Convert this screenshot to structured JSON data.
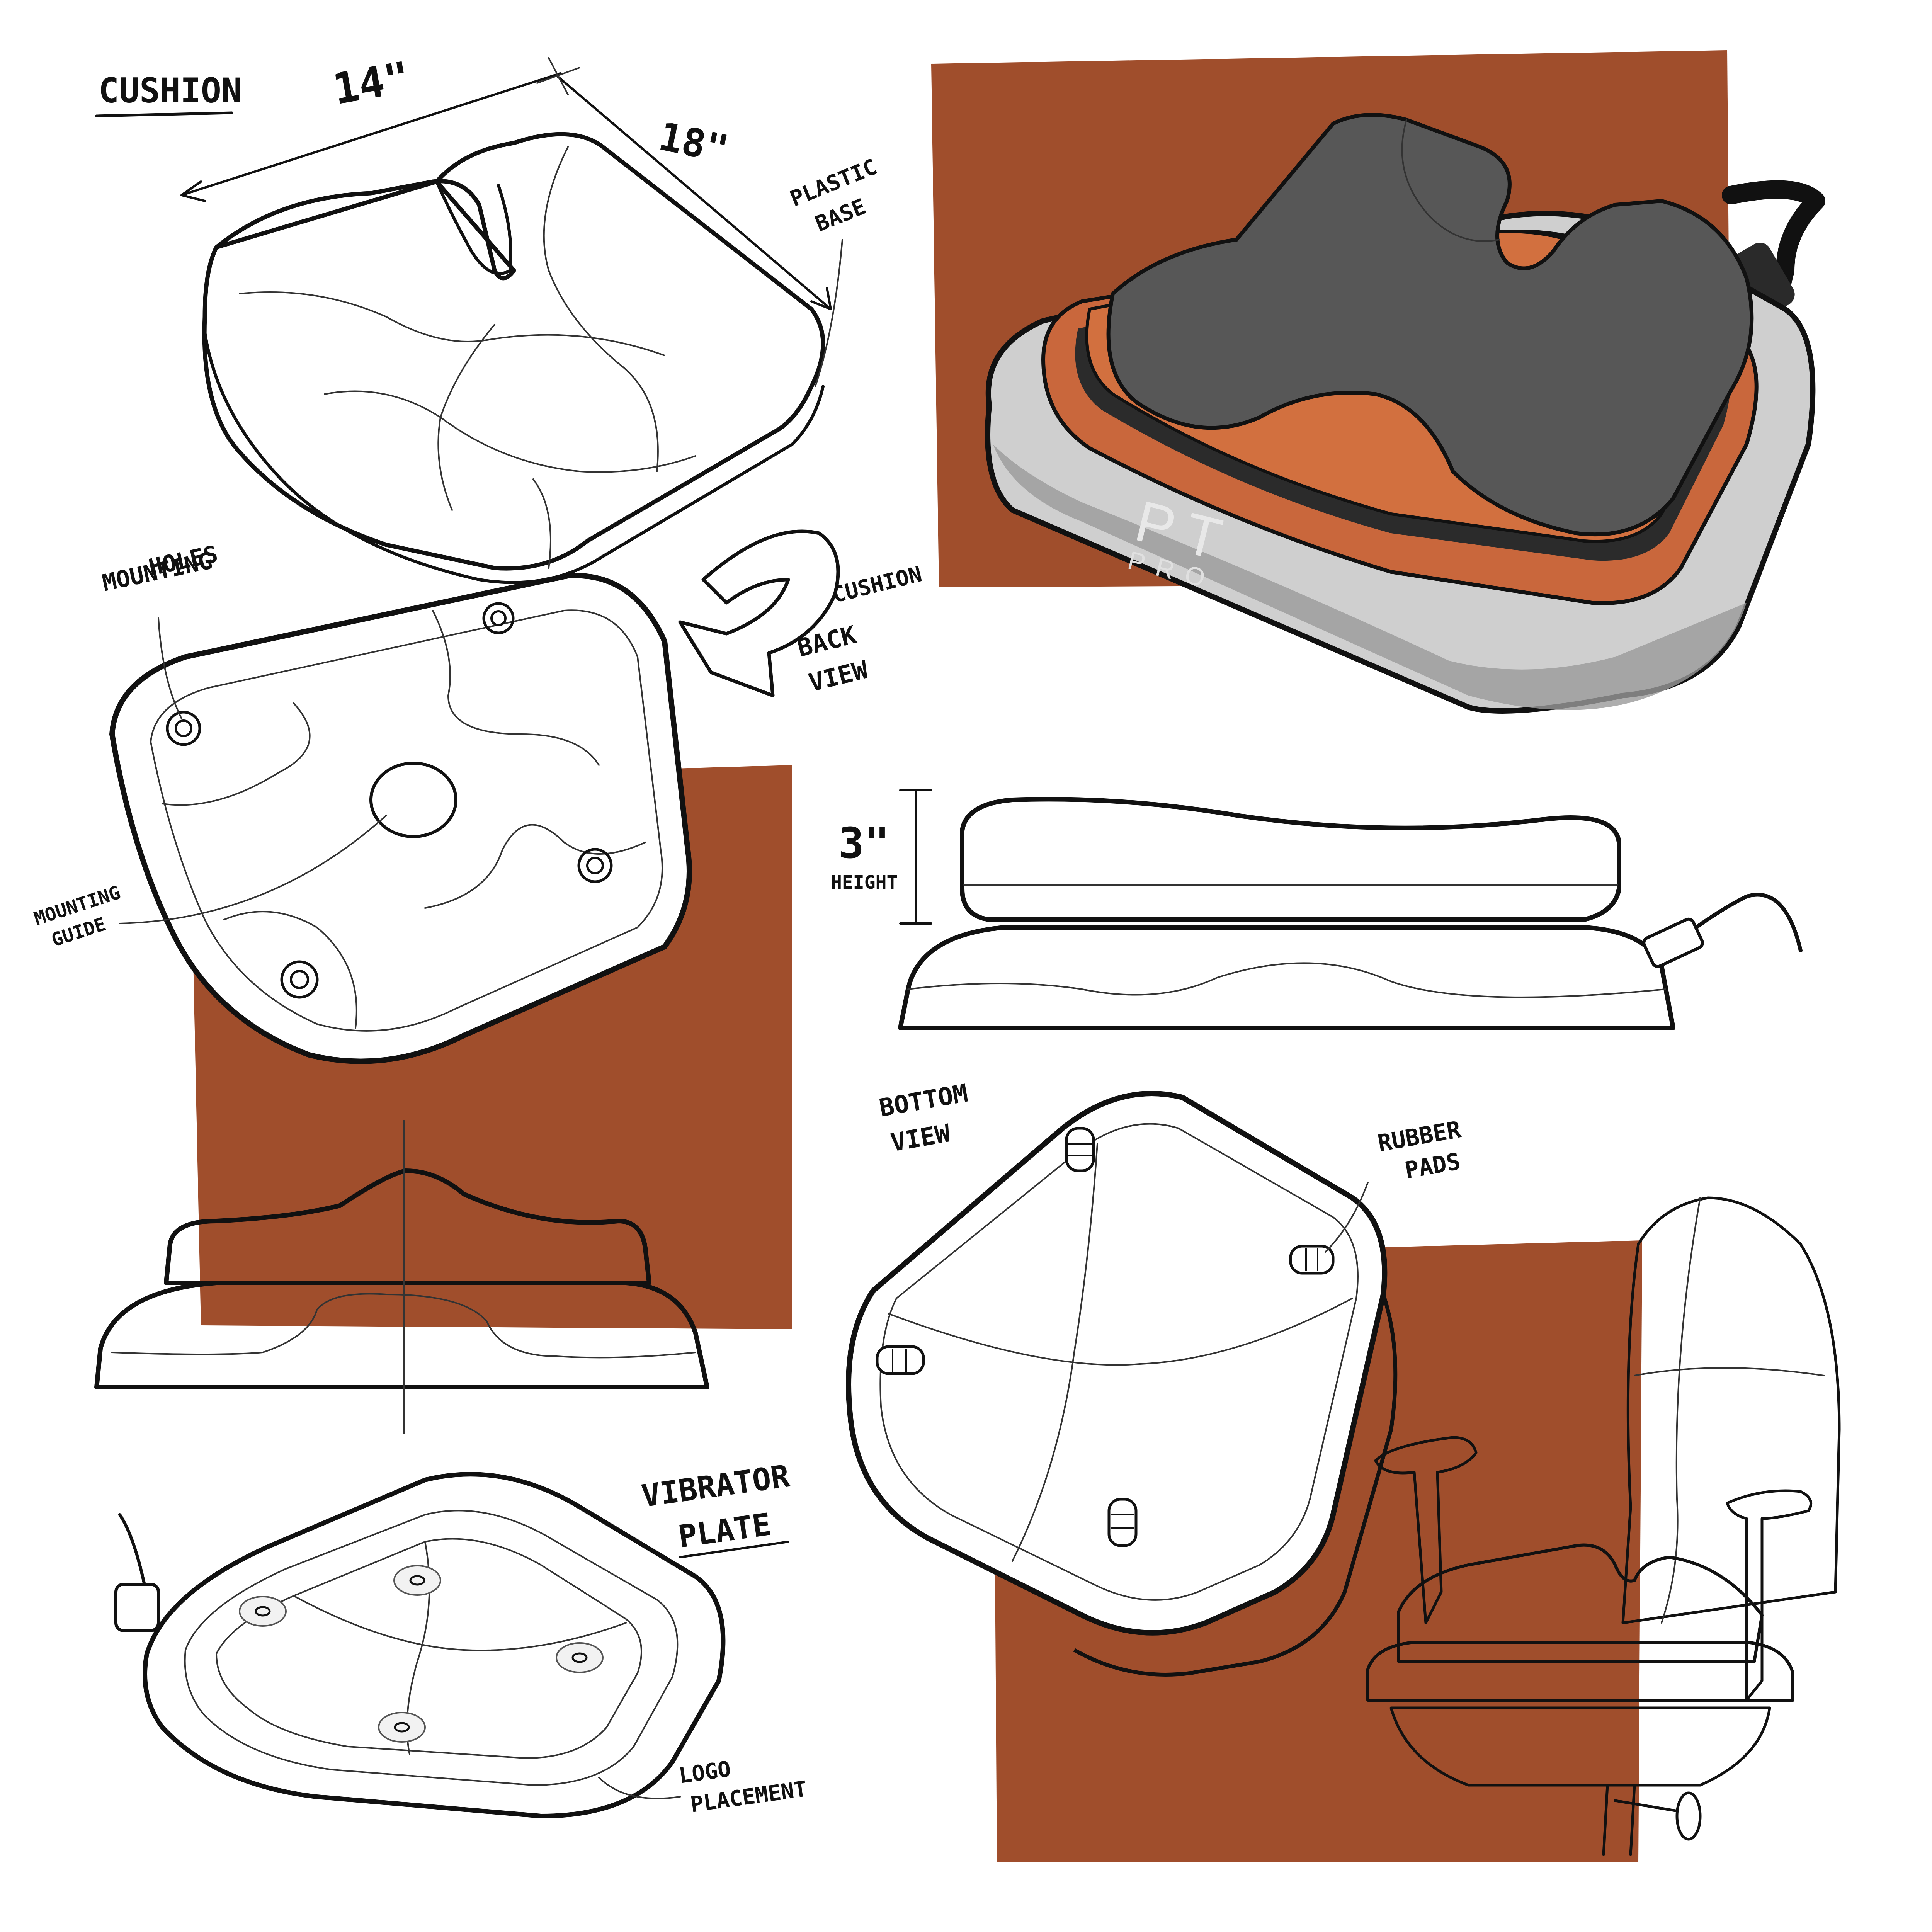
{
  "colors": {
    "paper": "#ffffff",
    "backdrop_brown": "#a04e2c",
    "ink": "#111111",
    "cushion_orange": "#c9673c",
    "cushion_dark": "#575757",
    "base_grey": "#cfcfcf"
  },
  "labels": {
    "cushion": "CUSHION",
    "width_dim": "14\"",
    "depth_dim": "18\"",
    "plastic_base_1": "PLASTIC",
    "plastic_base_2": "BASE",
    "mounting_holes_1": "MOUNTING",
    "mounting_holes_2": "HOLES",
    "mounting_guide_1": "MOUNTING",
    "mounting_guide_2": "GUIDE",
    "cushion_back_view_1": "CUSHION",
    "cushion_back_view_2": "BACK",
    "cushion_back_view_3": "VIEW",
    "height_dim": "3\"",
    "height_word": "HEIGHT",
    "bottom_view_1": "BOTTOM",
    "bottom_view_2": "VIEW",
    "rubber_pads_1": "RUBBER",
    "rubber_pads_2": "PADS",
    "vibrator_plate_1": "VIBRATOR",
    "vibrator_plate_2": "PLATE",
    "logo_placement_1": "LOGO",
    "logo_placement_2": "PLACEMENT",
    "logo_main": "PT",
    "logo_sub": "PRO"
  }
}
